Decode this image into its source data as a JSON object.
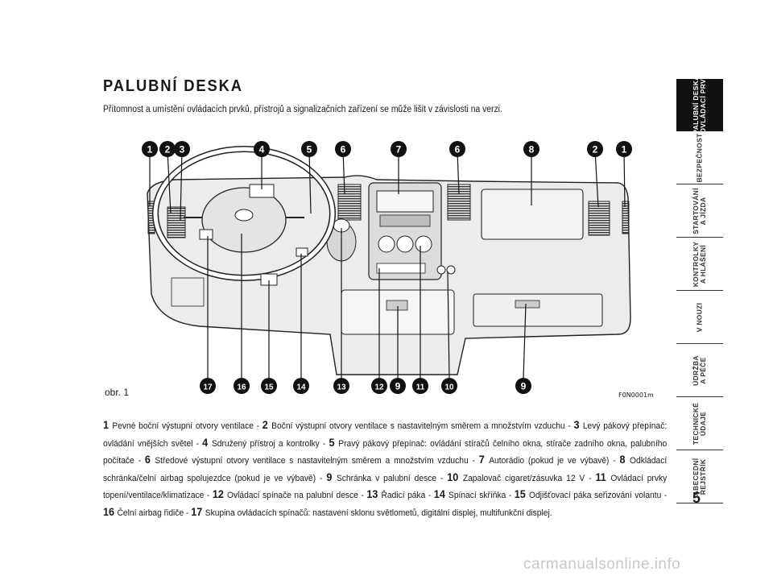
{
  "title": "PALUBNÍ DESKA",
  "subtitle": "Přítomnost a umístění ovládacích prvků, přístrojů a signalizačních zařízení se může lišit v závislosti na verzi.",
  "figure": {
    "label": "obr. 1",
    "code": "F0N0001m",
    "callouts_top": [
      "1",
      "2",
      "3",
      "4",
      "5",
      "6",
      "7",
      "6",
      "8",
      "2",
      "1"
    ],
    "callouts_bottom": [
      "17",
      "16",
      "15",
      "14",
      "13",
      "12",
      "9",
      "11",
      "10",
      "9"
    ]
  },
  "legend": [
    {
      "num": "1",
      "text": "Pevné boční výstupní otvory ventilace - "
    },
    {
      "num": "2",
      "text": "Boční výstupní otvory ventilace s nastavitelným směrem a množstvím vzduchu - "
    },
    {
      "num": "3",
      "text": "Levý pákový přepínač: ovládání vnějších světel - "
    },
    {
      "num": "4",
      "text": "Sdružený přístroj a kontrolky - "
    },
    {
      "num": "5",
      "text": "Pravý pákový přepínač: ovládání stíračů čelního okna, stírače zadního okna, palubního počítače - "
    },
    {
      "num": "6",
      "text": "Středové výstupní otvory ventilace s nastavitelným směrem a množstvím vzduchu - "
    },
    {
      "num": "7",
      "text": "Autorádio (pokud je ve výbavě) - "
    },
    {
      "num": "8",
      "text": "Odkládací schránka/čelní airbag spolujezdce (pokud je ve výbavě) - "
    },
    {
      "num": "9",
      "text": "Schránka v palubní desce - "
    },
    {
      "num": "10",
      "text": "Zapalovač cigaret/zásuvka 12 V - "
    },
    {
      "num": "11",
      "text": "Ovládací prvky topení/ventilace/klimatizace - "
    },
    {
      "num": "12",
      "text": "Ovládací spínače na palubní desce - "
    },
    {
      "num": "13",
      "text": "Řadicí páka - "
    },
    {
      "num": "14",
      "text": "Spínací skříňka - "
    },
    {
      "num": "15",
      "text": "Odjišťovací páka seřizování volantu - "
    },
    {
      "num": "16",
      "text": "Čelní airbag řidiče - "
    },
    {
      "num": "17",
      "text": "Skupina ovládacích spínačů: nastavení sklonu světlometů, digitální displej, multifunkční displej."
    }
  ],
  "sidebar": {
    "tabs": [
      {
        "label": "PALUBNÍ DESKA\nA OVLÁDACÍ PRVKY",
        "active": true
      },
      {
        "label": "BEZPEČNOST",
        "active": false
      },
      {
        "label": "STARTOVÁNÍ\nA JÍZDA",
        "active": false
      },
      {
        "label": "KONTROLKY\nA HLÁŠENÍ",
        "active": false
      },
      {
        "label": "V NOUZI",
        "active": false
      },
      {
        "label": "ÚDRŽBA\nA PÉČE",
        "active": false
      },
      {
        "label": "TECHNICKÉ\nÚDAJE",
        "active": false
      },
      {
        "label": "ABECEDNÍ\nREJSTŘÍK",
        "active": false
      }
    ]
  },
  "page_number": "5",
  "watermark": "carmanualsonline.info",
  "colors": {
    "ink": "#1a1a1a",
    "fill": "#e6e6e6",
    "active_tab": "#111111"
  }
}
